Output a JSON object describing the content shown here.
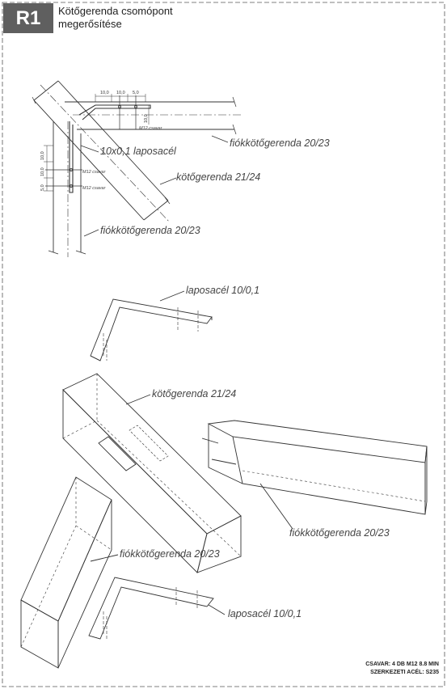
{
  "header": {
    "badge": "R1",
    "title_line1": "Kötőgerenda csomópont",
    "title_line2": "megerősítése"
  },
  "plan": {
    "dims_top": [
      "10,0",
      "10,0",
      "5,0"
    ],
    "dim_right": "10,0",
    "dims_left": [
      "10,0",
      "10,0",
      "5,0"
    ],
    "bolt_label_top": "M12 csavar",
    "bolt_label_left_1": "M12 csavar",
    "bolt_label_left_2": "M12 csavar",
    "label_plate": "10x0,1 laposacél",
    "label_beam_top": "fiókkötőgerenda 20/23",
    "label_tie_beam": "kötőgerenda 21/24",
    "label_beam_left": "fiókkötőgerenda 20/23"
  },
  "exploded": {
    "label_plate_top": "laposacél 10/0,1",
    "label_tie_beam": "kötőgerenda 21/24",
    "label_beam_right": "fiókkötőgerenda 20/23",
    "label_beam_left": "fiókkötőgerenda 20/23",
    "label_plate_bottom": "laposacél 10/0,1"
  },
  "spec": {
    "line1": "CSAVAR: 4 DB M12 8.8 MIN",
    "line2": "SZERKEZETI ACÉL: S235"
  }
}
